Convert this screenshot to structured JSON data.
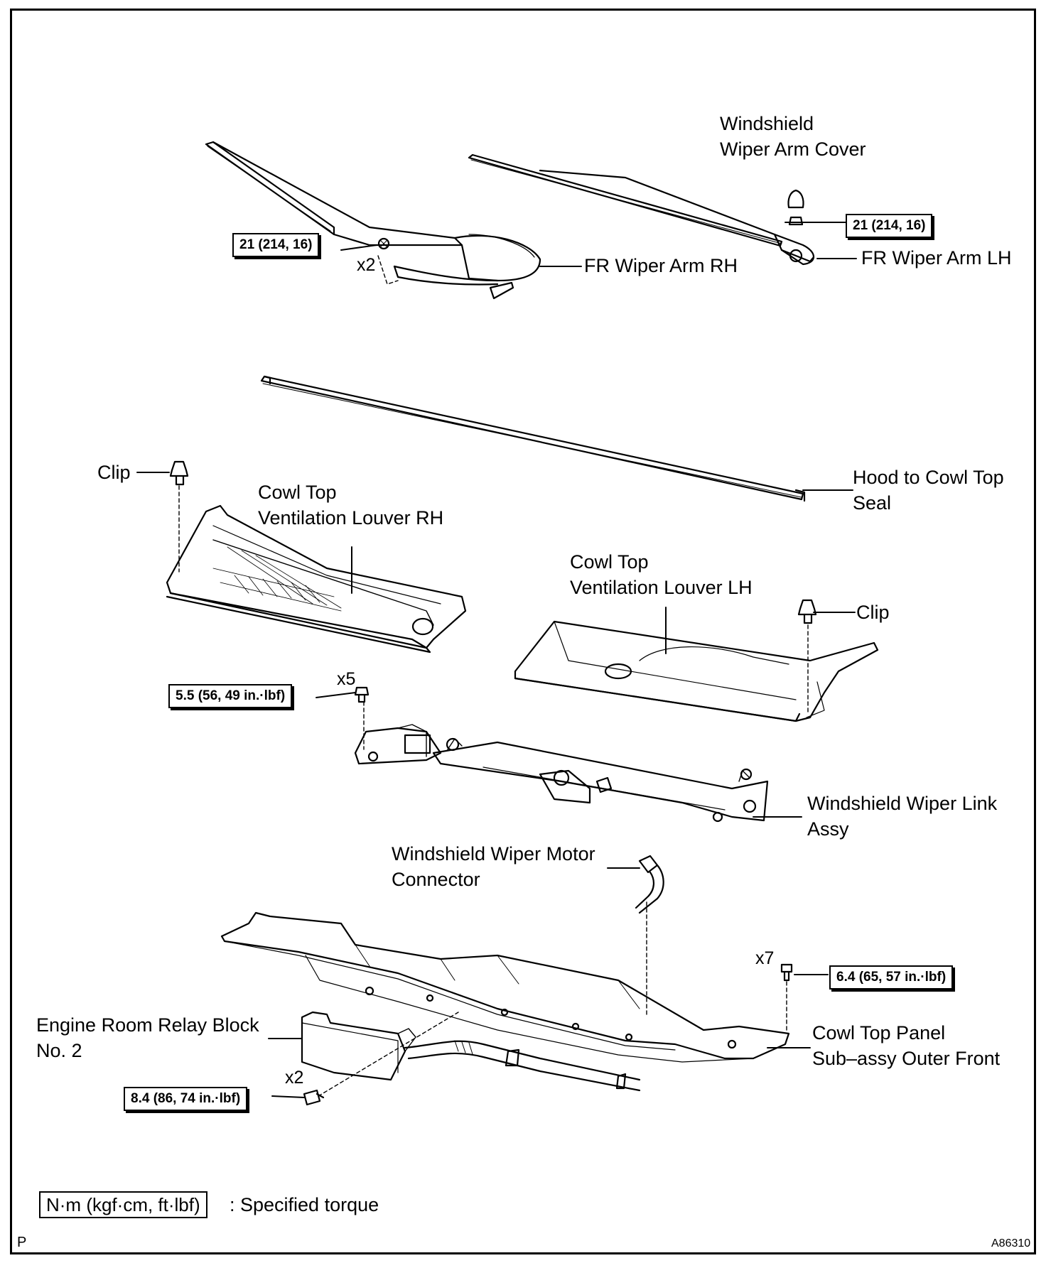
{
  "labels": {
    "windshield_wiper_arm_cover": "Windshield\nWiper Arm Cover",
    "fr_wiper_arm_rh": "FR Wiper Arm RH",
    "fr_wiper_arm_lh": "FR Wiper Arm LH",
    "clip_left": "Clip",
    "clip_right": "Clip",
    "hood_to_cowl_top_seal": "Hood to Cowl Top\nSeal",
    "cowl_top_ventilation_louver_rh": "Cowl Top\nVentilation Louver RH",
    "cowl_top_ventilation_louver_lh": "Cowl Top\nVentilation Louver LH",
    "windshield_wiper_link_assy": "Windshield Wiper Link\nAssy",
    "windshield_wiper_motor_connector": "Windshield Wiper Motor\nConnector",
    "engine_room_relay_block_no2": "Engine Room Relay Block\nNo. 2",
    "cowl_top_panel_sub_assy_outer_front": "Cowl Top Panel\nSub–assy Outer Front"
  },
  "torques": {
    "arm_rh": "21 (214, 16)",
    "arm_lh": "21 (214, 16)",
    "link_assy": "5.5 (56, 49 in.·lbf)",
    "cowl_panel": "6.4 (65, 57 in.·lbf)",
    "relay_block": "8.4 (86, 74 in.·lbf)"
  },
  "quantities": {
    "arm_rh_nuts": "x2",
    "link_assy_bolts": "x5",
    "cowl_panel_bolts": "x7",
    "relay_block_bolts": "x2"
  },
  "legend": {
    "unit_box": "N·m (kgf·cm, ft·lbf)",
    "description": ": Specified torque"
  },
  "corner_marks": {
    "page_letter": "P",
    "figure_id": "A86310"
  }
}
